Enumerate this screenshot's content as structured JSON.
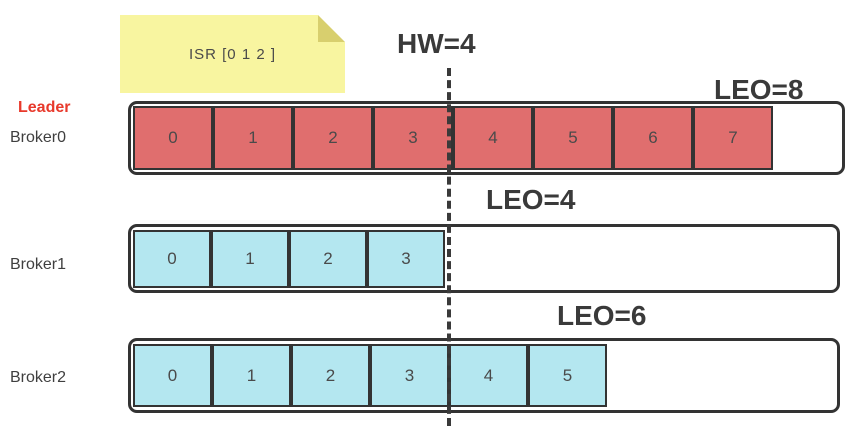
{
  "note": {
    "text": "ISR [0 1 2 ]"
  },
  "hw": {
    "label": "HW=4",
    "value": 4
  },
  "brokers": [
    {
      "role": "Leader",
      "name": "Broker0",
      "leo": "LEO=8",
      "leo_value": 8,
      "cells": [
        "0",
        "1",
        "2",
        "3",
        "4",
        "5",
        "6",
        "7"
      ],
      "cell_color": "#e06e6e",
      "border_color": "#333333"
    },
    {
      "name": "Broker1",
      "leo": "LEO=4",
      "leo_value": 4,
      "cells": [
        "0",
        "1",
        "2",
        "3"
      ],
      "cell_color": "#b4e7f0",
      "border_color": "#333333"
    },
    {
      "name": "Broker2",
      "leo": "LEO=6",
      "leo_value": 6,
      "cells": [
        "0",
        "1",
        "2",
        "3",
        "4",
        "5"
      ],
      "cell_color": "#b4e7f0",
      "border_color": "#333333"
    }
  ],
  "colors": {
    "leader_text": "#e8392b",
    "broker_label_text": "#3f3f3f",
    "annotation_text": "#3a3a3a",
    "note_background": "#f8f5a0",
    "note_fold": "#d8cf6e",
    "bar_border": "#333333",
    "leader_cell_fill": "#e06e6e",
    "follower_cell_fill": "#b4e7f0"
  }
}
